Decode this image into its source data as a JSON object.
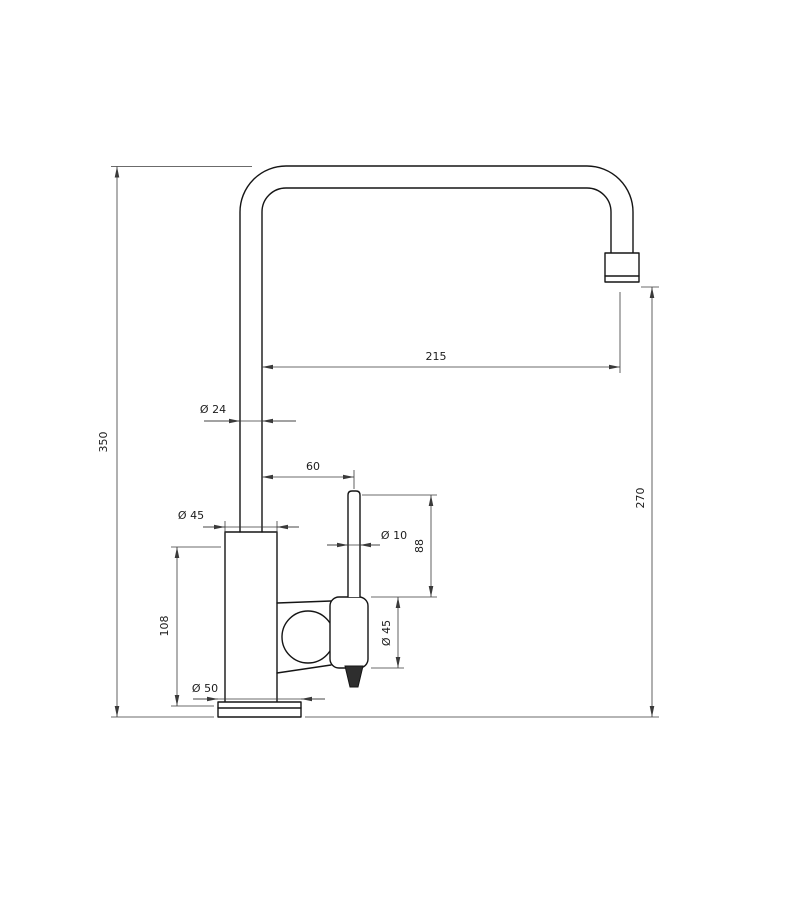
{
  "drawing": {
    "labels": {
      "total_height": "350",
      "spout_drop": "270",
      "spout_reach": "215",
      "pipe_dia": "Ø 24",
      "handle_offset": "60",
      "body_dia": "Ø 45",
      "stem_dia": "Ø 10",
      "lever_length": "88",
      "hub_dia": "Ø 45",
      "body_height": "108",
      "base_dia": "Ø 50"
    },
    "colors": {
      "outline": "#151515",
      "dimension": "#3a3a3a",
      "background": "#ffffff"
    }
  }
}
